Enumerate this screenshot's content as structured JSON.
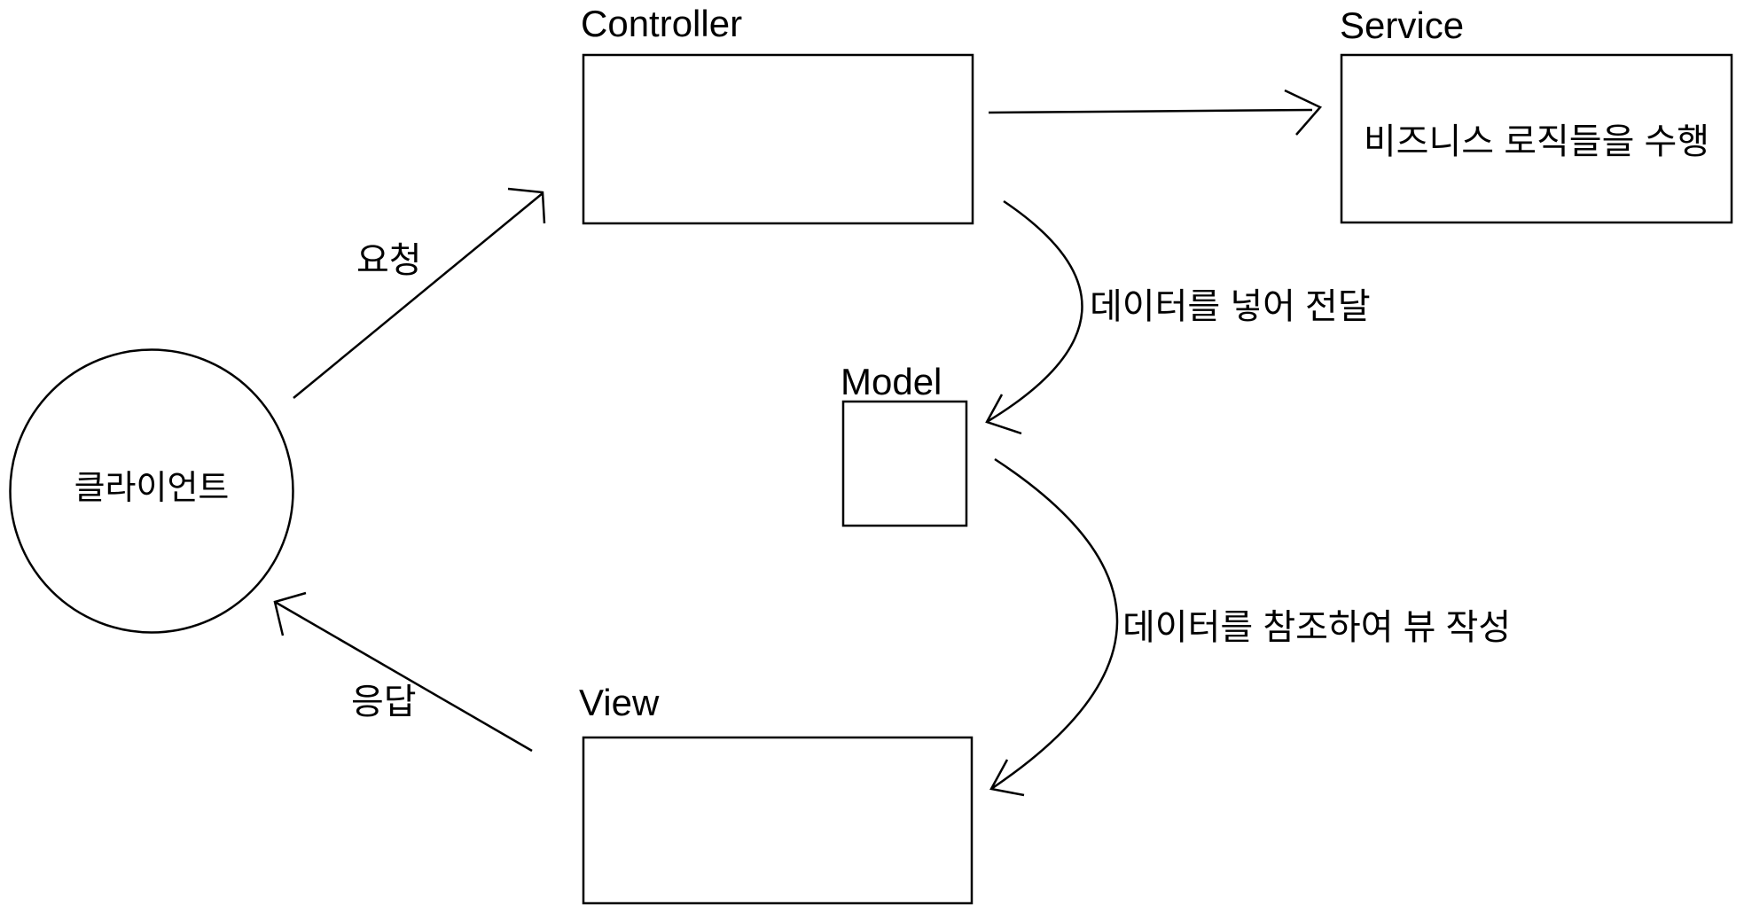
{
  "colors": {
    "background": "#ffffff",
    "stroke": "#000000",
    "text": "#000000"
  },
  "nodes": {
    "client": {
      "label": "클라이언트",
      "shape": "circle"
    },
    "controller": {
      "label": "Controller",
      "shape": "rect"
    },
    "service": {
      "label": "Service",
      "shape": "rect",
      "body": "비즈니스 로직들을 수행"
    },
    "model": {
      "label": "Model",
      "shape": "rect"
    },
    "view": {
      "label": "View",
      "shape": "rect"
    }
  },
  "edges": {
    "request": {
      "label": "요청"
    },
    "response": {
      "label": "응답"
    },
    "controller_to_service": {
      "label": ""
    },
    "controller_to_model": {
      "label": "데이터를 넣어 전달"
    },
    "model_to_view": {
      "label": "데이터를 참조하여 뷰 작성"
    }
  }
}
